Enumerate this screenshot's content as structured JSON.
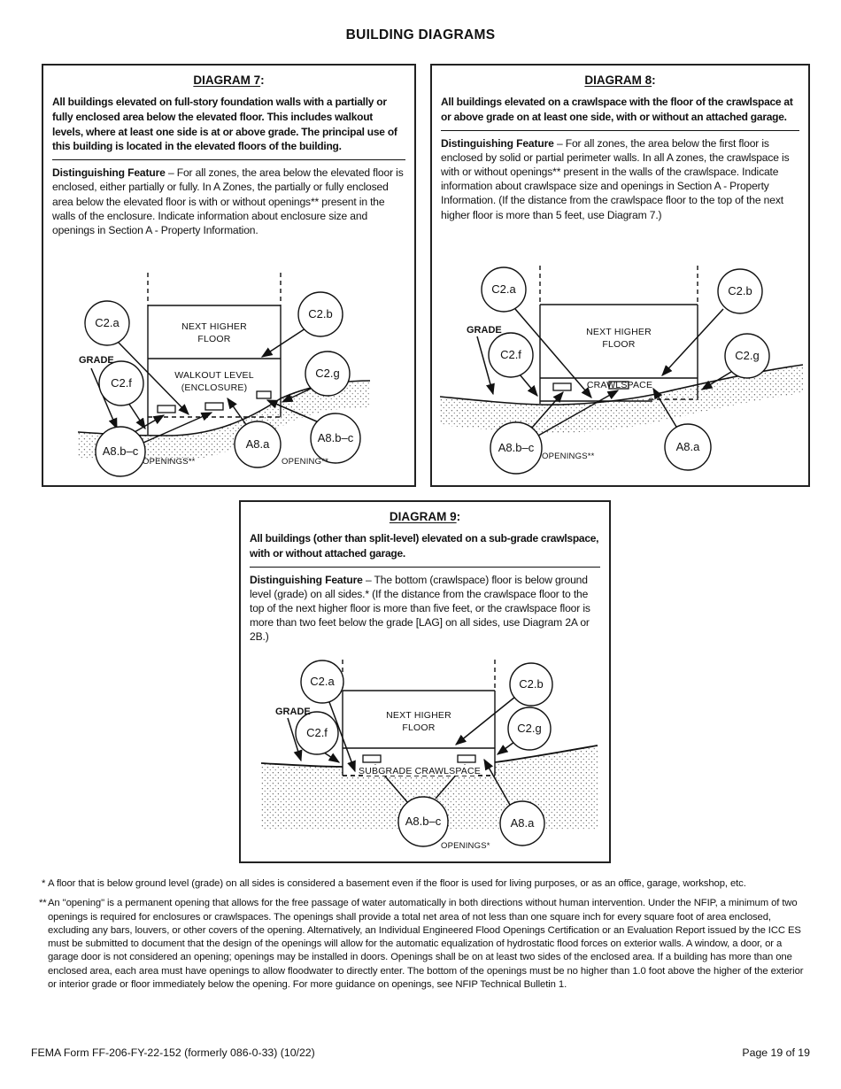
{
  "page": {
    "title": "BUILDING DIAGRAMS"
  },
  "diagram7": {
    "title": "DIAGRAM 7",
    "colon": ":",
    "summary": "All buildings elevated on full-story foundation walls with a partially or fully enclosed area below the elevated floor. This includes walkout levels, where at least one side is at or above grade. The principal use of this building is located in the elevated floors of the building.",
    "feature_label": "Distinguishing Feature",
    "feature_text": " – For all zones, the area below the elevated floor is enclosed, either partially or fully. In A Zones, the partially or fully enclosed area below the elevated floor is with or without openings** present in the walls of the enclosure. Indicate information about enclosure size and openings in Section A - Property Information.",
    "labels": {
      "c2a": "C2.a",
      "c2b": "C2.b",
      "c2f": "C2.f",
      "c2g": "C2.g",
      "a8bc_left": "A8.b–c",
      "a8a": "A8.a",
      "a8bc_right": "A8.b–c",
      "grade": "GRADE",
      "floor1": "NEXT HIGHER",
      "floor2": "FLOOR",
      "level1": "WALKOUT LEVEL",
      "level2": "(ENCLOSURE)",
      "openings_left": "OPENINGS**",
      "openings_right": "OPENING**"
    }
  },
  "diagram8": {
    "title": "DIAGRAM 8",
    "colon": ":",
    "summary": "All buildings elevated on a crawlspace with the floor of the crawlspace at or above grade on at least one side, with or without an attached garage.",
    "feature_label": "Distinguishing Feature",
    "feature_text": " – For all zones, the area below the first floor is enclosed by solid or partial perimeter walls. In all A zones, the crawlspace is with or without openings** present in the walls of the crawlspace. Indicate information about crawlspace size and openings in Section A - Property Information. (If the distance from the crawlspace floor to the top of the next higher floor is more than 5 feet, use Diagram 7.)",
    "labels": {
      "c2a": "C2.a",
      "c2b": "C2.b",
      "c2f": "C2.f",
      "c2g": "C2.g",
      "a8bc": "A8.b–c",
      "a8a": "A8.a",
      "grade": "GRADE",
      "floor1": "NEXT HIGHER",
      "floor2": "FLOOR",
      "space": "CRAWLSPACE",
      "openings": "OPENINGS**"
    }
  },
  "diagram9": {
    "title": "DIAGRAM 9",
    "colon": ":",
    "summary": "All buildings (other than split-level) elevated on a sub-grade crawlspace, with or without attached garage.",
    "feature_label": "Distinguishing Feature",
    "feature_text": " – The bottom (crawlspace) floor is below ground level (grade) on all sides.* (If the distance from the crawlspace floor to the top of the next higher floor is more than five feet, or the crawlspace floor is more than two feet below the grade [LAG] on all sides, use Diagram 2A or 2B.)",
    "labels": {
      "c2a": "C2.a",
      "c2b": "C2.b",
      "c2f": "C2.f",
      "c2g": "C2.g",
      "a8bc": "A8.b–c",
      "a8a": "A8.a",
      "grade": "GRADE",
      "floor1": "NEXT HIGHER",
      "floor2": "FLOOR",
      "space": "SUBGRADE CRAWLSPACE",
      "openings": "OPENINGS*"
    }
  },
  "footnotes": {
    "star_marker": "*",
    "star_text": "A floor that is below ground level (grade) on all sides is considered a basement even if the floor is used for living purposes, or as an office, garage, workshop, etc.",
    "double_star_marker": "**",
    "double_star_text": "An \"opening\" is a permanent opening that allows for the free passage of water automatically in both directions without human intervention. Under the NFIP, a minimum of two openings is required for enclosures or crawlspaces. The openings shall provide a total net area of not less than one square inch for every square foot of area enclosed, excluding any bars, louvers, or other covers of the opening. Alternatively, an Individual Engineered Flood Openings Certification or an Evaluation Report issued by the ICC ES must be submitted to document that the design of the openings will allow for the automatic equalization of hydrostatic flood forces on exterior walls. A window, a door, or a garage door is not considered an opening; openings may be installed in doors. Openings shall be on at least two sides of the enclosed area. If a building has more than one enclosed area, each area must have openings to allow floodwater to directly enter. The bottom of the openings must be no higher than 1.0 foot above the higher of the exterior or interior grade or floor immediately below the opening. For more guidance on openings, see NFIP Technical Bulletin 1."
  },
  "footer": {
    "form_number": "FEMA Form FF-206-FY-22-152 (formerly 086-0-33) (10/22)",
    "page_number": "Page 19 of 19"
  }
}
